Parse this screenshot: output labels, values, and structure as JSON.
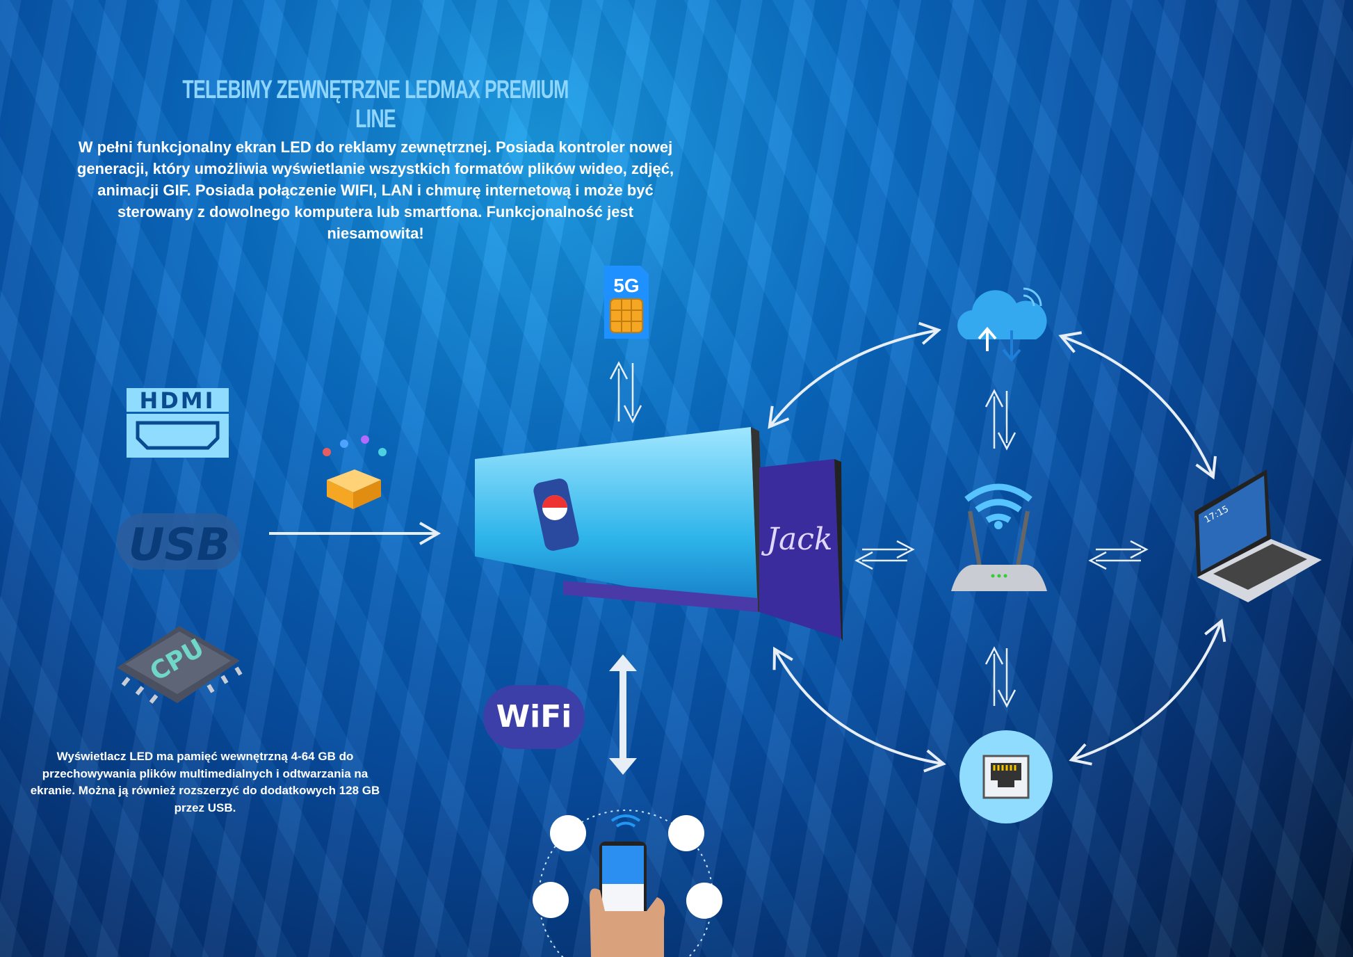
{
  "title": "TELEBIMY ZEWNĘTRZNE LEDMAX PREMIUM LINE",
  "intro": "W pełni funkcjonalny ekran LED do reklamy zewnętrznej. Posiada kontroler nowej generacji, który umożliwia wyświetlanie wszystkich formatów plików wideo, zdjęć, animacji GIF. Posiada połączenie WIFI, LAN i chmurę internetową i może być sterowany z dowolnego komputera lub smartfona. Funkcjonalność jest niesamowita!",
  "memory_note": "Wyświetlacz LED ma pamięć wewnętrzną 4-64 GB do przechowywania plików multimedialnych i odtwarzania na ekranie. Można ją również rozszerzyć do dodatkowych 128 GB przez USB.",
  "icons": {
    "sim": "5G",
    "hdmi": "HDMI",
    "usb": "USB",
    "cpu": "CPU",
    "wifi": "WiFi",
    "laptop_time": "17:15",
    "screen_brand": "Jack"
  },
  "colors": {
    "accent": "#8fd6ff",
    "arrow": "#e8eef5",
    "light_blue": "#8fdcff"
  }
}
